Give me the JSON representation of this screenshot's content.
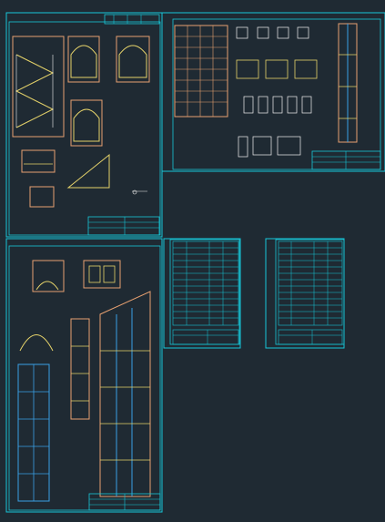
{
  "colors": {
    "background": "#1f2a33",
    "frame": "#17c7d8",
    "stroke_yellow": "#e6d36a",
    "stroke_orange": "#e7a070",
    "stroke_white": "#f2f2f2",
    "stroke_blue": "#3aa0e6"
  },
  "sheets": [
    {
      "id": "sheet-top-left",
      "title_block_present": true
    },
    {
      "id": "sheet-top-right",
      "title_block_present": true
    },
    {
      "id": "sheet-bottom-left",
      "title_block_present": true
    },
    {
      "id": "sheet-mid-table-a",
      "title_block_present": true
    },
    {
      "id": "sheet-mid-table-b",
      "title_block_present": true
    }
  ]
}
